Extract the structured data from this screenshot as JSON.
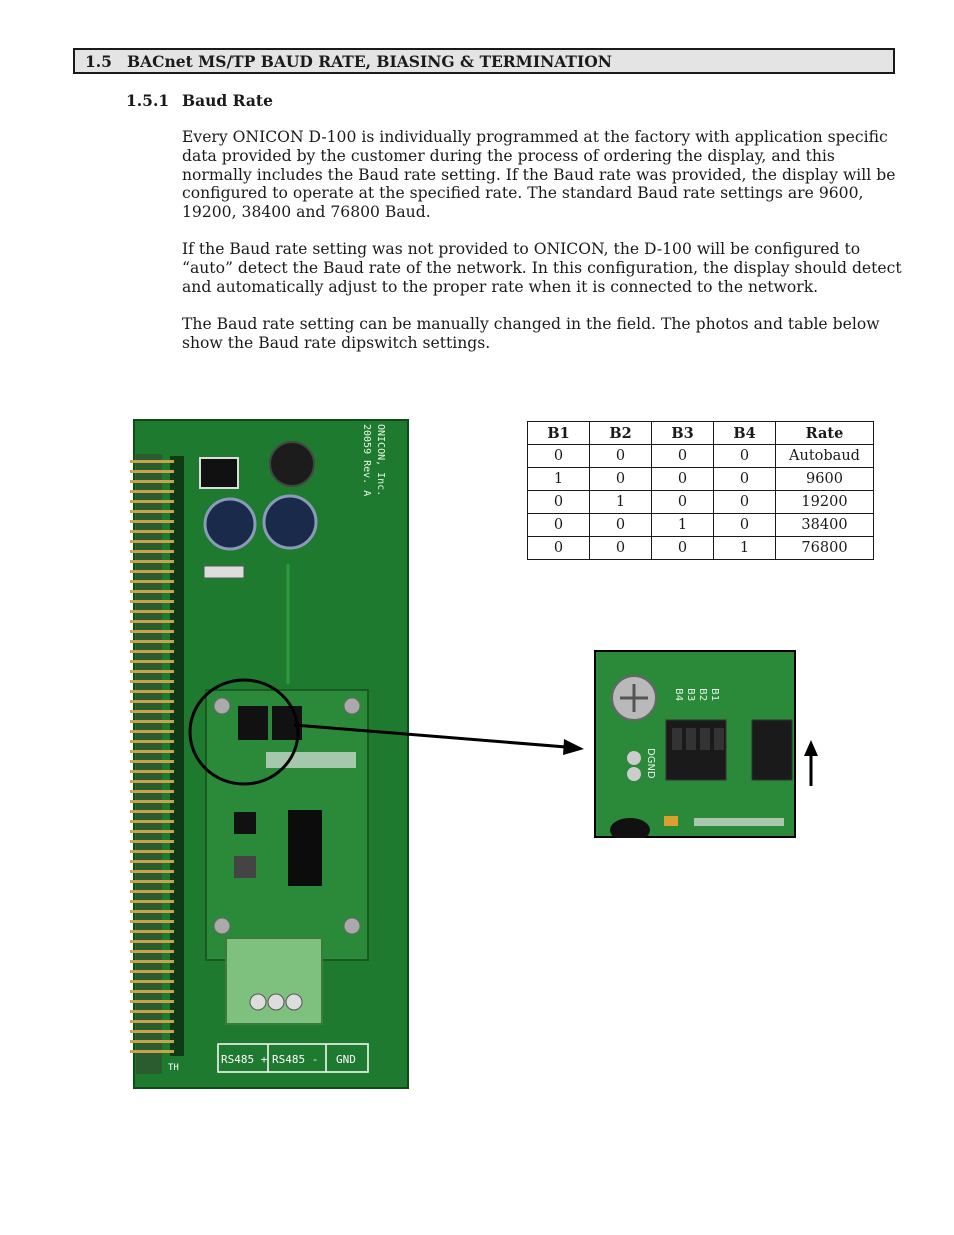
{
  "section": {
    "number": "1.5",
    "title": "BACnet MS/TP BAUD RATE, BIASING & TERMINATION"
  },
  "subsection": {
    "number": "1.5.1",
    "title": "Baud Rate"
  },
  "paragraphs": [
    {
      "lines": [
        "Every ONICON D-100 is individually programmed at the factory with application specific",
        "data provided by the customer during the process of ordering the display, and this",
        "normally includes the Baud rate setting. If the Baud rate was provided, the display will be",
        "configured to operate at the specified rate. The standard Baud rate settings are 9600,",
        "19200, 38400 and 76800 Baud."
      ]
    },
    {
      "lines": [
        "If the Baud rate setting was not provided to ONICON, the D-100 will be configured to",
        "“auto” detect the Baud rate of the network. In this configuration, the display should detect",
        "and automatically adjust to the proper rate when it is connected to the network."
      ]
    },
    {
      "lines": [
        "The Baud rate setting can be manually changed in the field. The photos and table below",
        "show the Baud rate dipswitch settings."
      ]
    }
  ],
  "baud_table": {
    "headers": [
      "B1",
      "B2",
      "B3",
      "B4",
      "Rate"
    ],
    "rows": [
      [
        "0",
        "0",
        "0",
        "0",
        "Autobaud"
      ],
      [
        "1",
        "0",
        "0",
        "0",
        "9600"
      ],
      [
        "0",
        "1",
        "0",
        "0",
        "19200"
      ],
      [
        "0",
        "0",
        "1",
        "0",
        "38400"
      ],
      [
        "0",
        "0",
        "0",
        "1",
        "76800"
      ]
    ]
  },
  "board_photo": {
    "silkscreen_top": "ONICON, Inc.",
    "silkscreen_top2": "20059 Rev. A",
    "terminal_labels": [
      "RS485 +",
      "RS485 -",
      "GND"
    ],
    "corner_label": "TH",
    "pcb_color": "#1e7a2e",
    "terminal_color": "#7ec07e"
  },
  "closeup_photo": {
    "switch_labels": [
      "B4",
      "B3",
      "B2",
      "B1"
    ],
    "ground_label": "DGND"
  }
}
